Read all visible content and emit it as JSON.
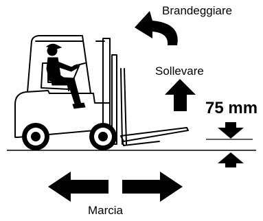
{
  "labels": {
    "tilt": "Brandeggiare",
    "lift": "Sollevare",
    "height": "75 mm",
    "travel": "Marcia"
  },
  "colors": {
    "ink": "#000000",
    "background": "#ffffff"
  },
  "icons": [
    "tilt-arrow-icon",
    "lift-arrow-icon",
    "height-gap-arrows-icon",
    "travel-arrows-icon",
    "forklift-icon"
  ]
}
